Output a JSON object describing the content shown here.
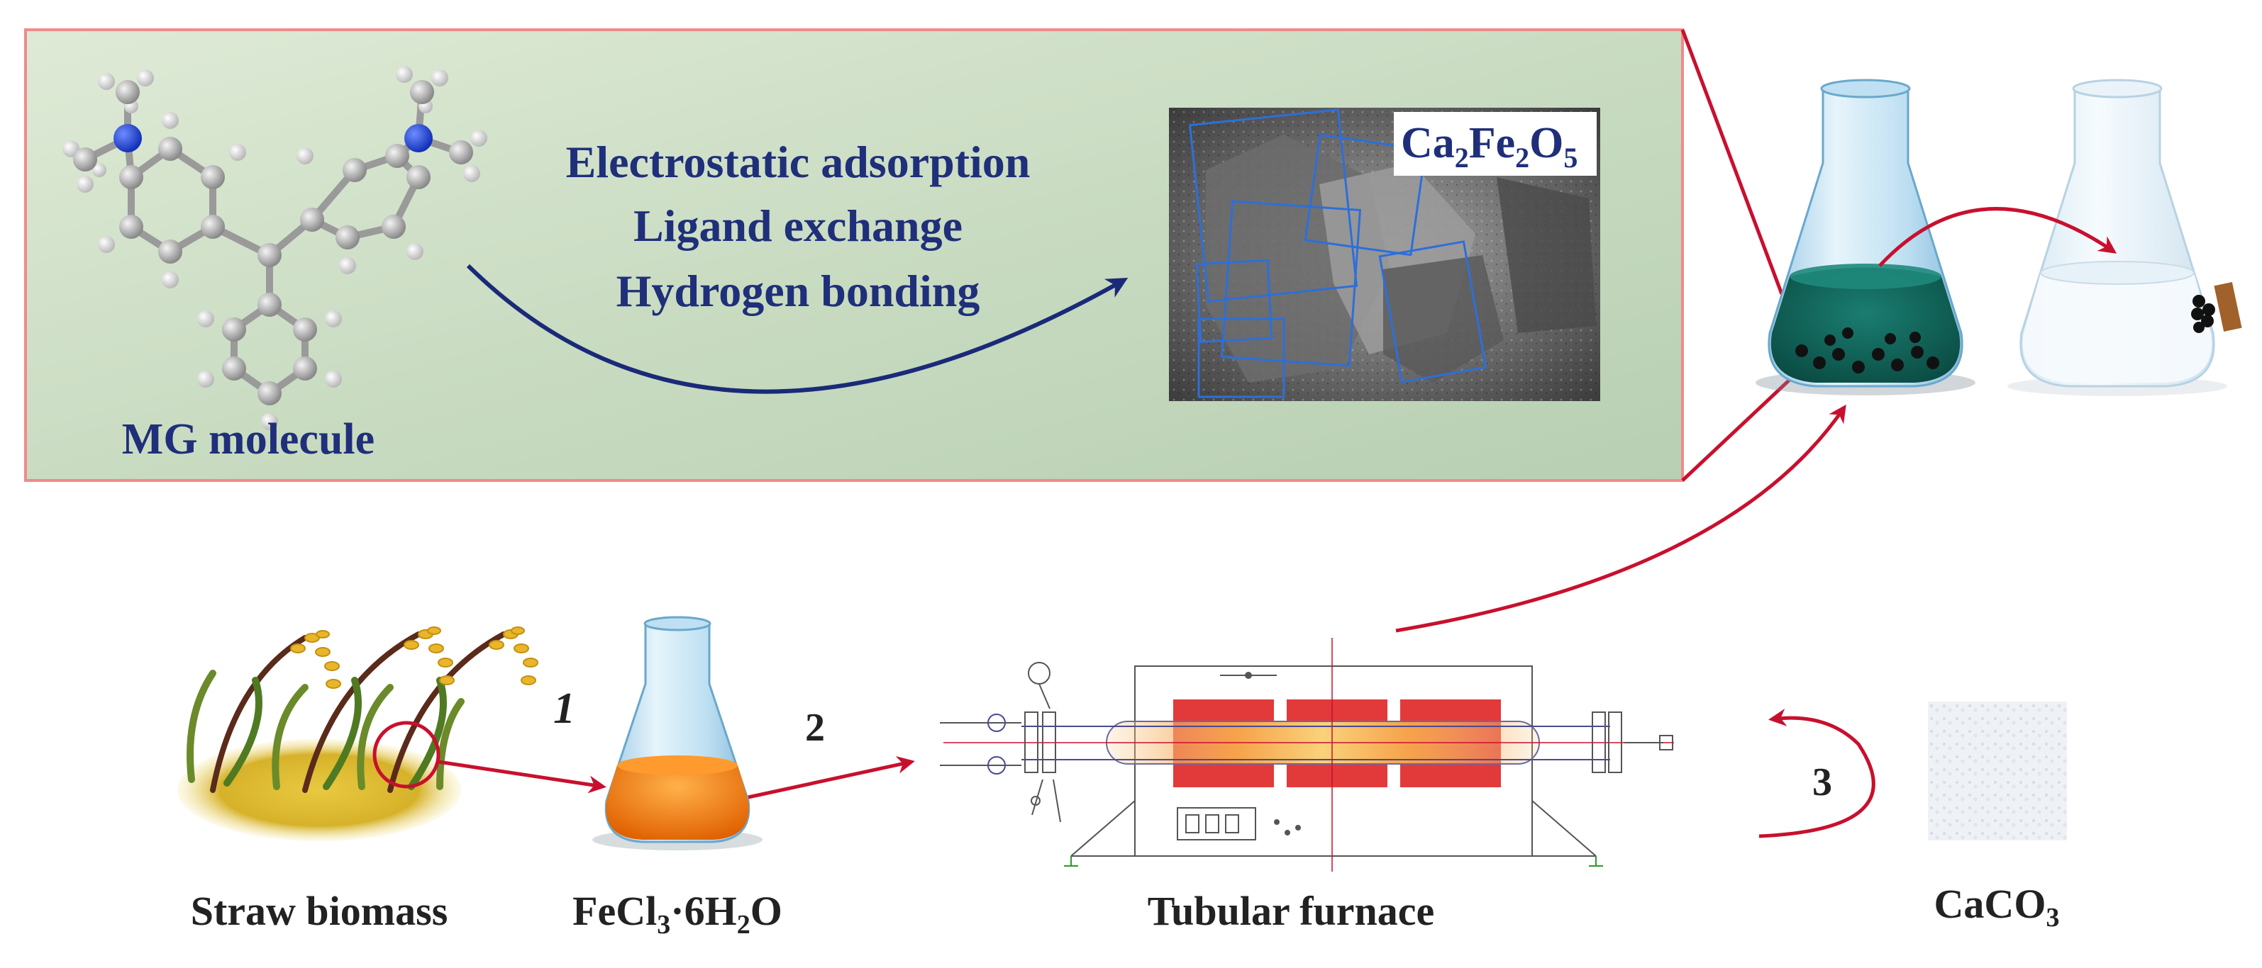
{
  "panel": {
    "molecule_label": "MG molecule",
    "mechanisms": [
      "Electrostatic adsorption",
      "Ligand exchange",
      "Hydrogen bonding"
    ],
    "sem_label": {
      "base": "Ca",
      "sub1": "2",
      "mid": "Fe",
      "sub2": "2",
      "end": "O",
      "sub3": "5"
    }
  },
  "process": {
    "straw_label": "Straw biomass",
    "reagent_label": {
      "a": "FeCl",
      "s1": "3",
      "b": "·6H",
      "s2": "2",
      "c": "O"
    },
    "furnace_label": "Tubular furnace",
    "caco3_label": {
      "a": "CaCO",
      "s1": "3"
    },
    "step_numbers": [
      "1",
      "2",
      "3"
    ]
  },
  "colors": {
    "panel_fill": "#cfe0c8",
    "panel_border": "#f08a8a",
    "text_navy": "#1f2f7a",
    "arrow_red": "#c8102e",
    "arrow_navy": "#1a2a78",
    "solution_green": "#0f5e54",
    "solution_orange": "#f07a10",
    "furnace_red": "#e23a3a"
  }
}
